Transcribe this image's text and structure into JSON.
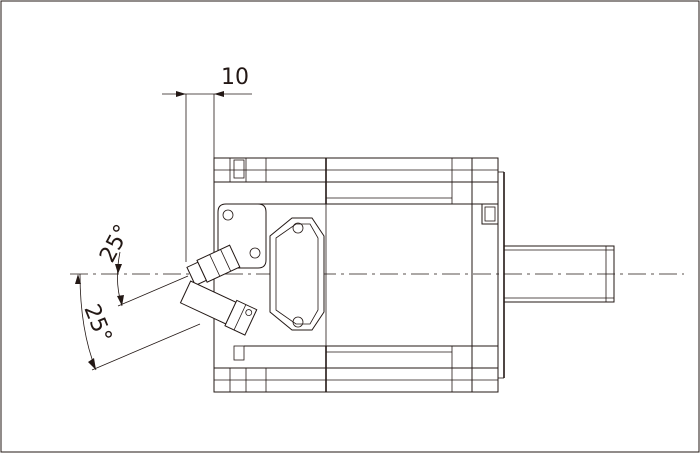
{
  "dimensions": {
    "offset": "10",
    "angle_upper": "25°",
    "angle_lower": "25°"
  },
  "colors": {
    "line": "#231815",
    "background": "#ffffff"
  }
}
